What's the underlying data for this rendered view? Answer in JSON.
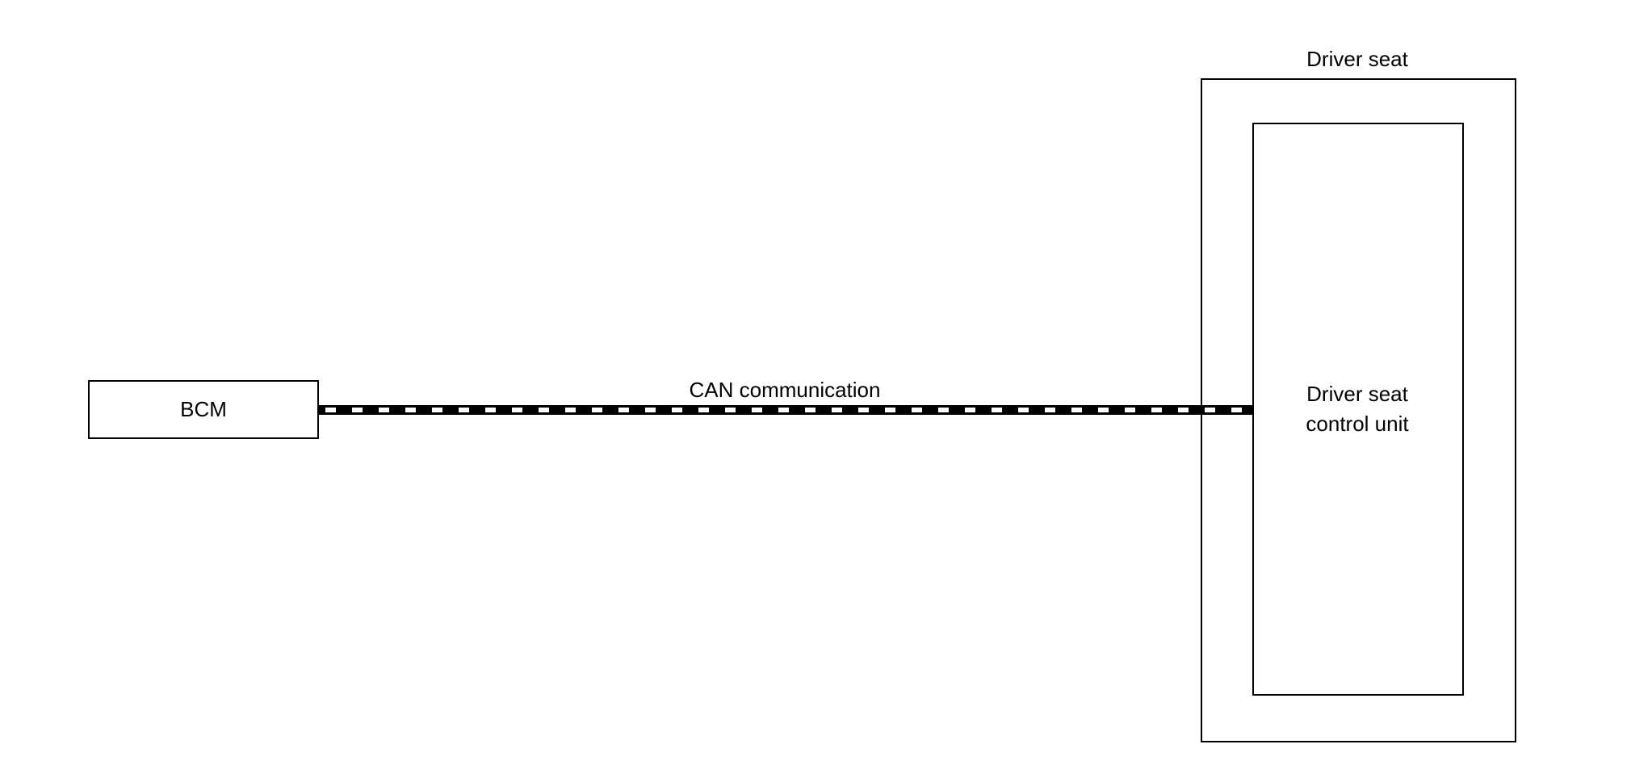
{
  "diagram": {
    "bcm_label": "BCM",
    "bus_label": "CAN communication",
    "driver_seat_label": "Driver seat",
    "control_unit_line1": "Driver seat",
    "control_unit_line2": "control unit"
  }
}
